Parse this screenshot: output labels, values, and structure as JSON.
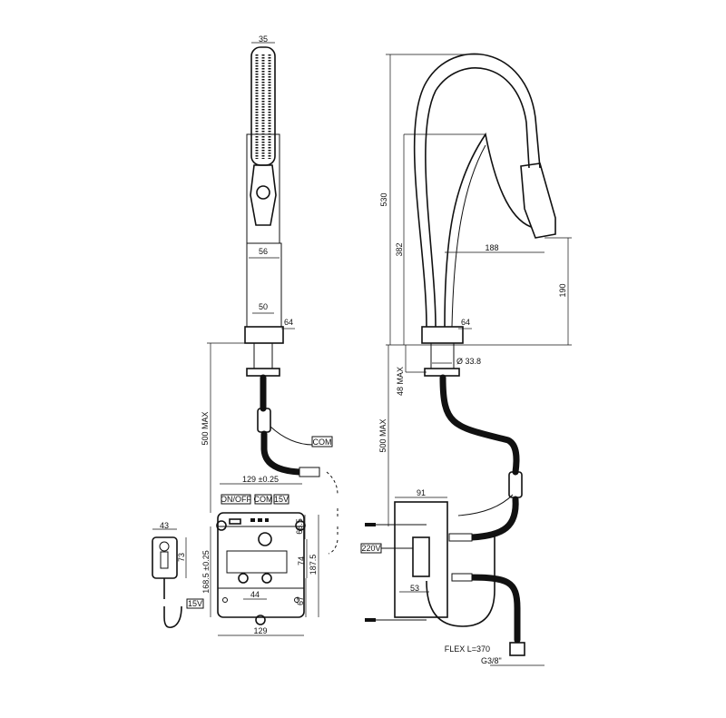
{
  "front_view": {
    "handshower_width": "35",
    "body_width": "56",
    "stem_width": "50",
    "base_width": "64",
    "hose_length": "500 MAX",
    "connector_label": "COM"
  },
  "control_box": {
    "mount_width": "129 ±0.25",
    "labels": [
      "ON/OFF",
      "COM",
      "15V"
    ],
    "top_offset": "68.5",
    "middle_height": "74",
    "total_height": "187.5",
    "mount_height": "168.5 ±0.25",
    "button_spacing": "44",
    "bottom_height": "67",
    "width": "129"
  },
  "sensor": {
    "width": "43",
    "height": "73",
    "voltage_label": "15V"
  },
  "side_view": {
    "total_height": "530",
    "spout_height": "382",
    "spout_reach": "188",
    "outlet_height": "190",
    "base_width": "64",
    "hole_diameter": "Ø 33.8",
    "deck_thickness": "48 MAX",
    "hose_length": "500 MAX",
    "box_width": "91",
    "power_label": "220V",
    "adapter_offset": "53",
    "flex_label": "FLEX L=370",
    "thread_label": "G3/8\""
  }
}
